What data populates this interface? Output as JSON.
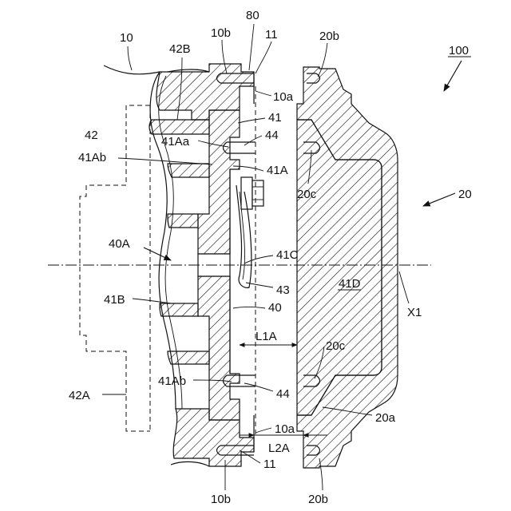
{
  "labels": {
    "l10": "10",
    "l42B": "42B",
    "l10b_top": "10b",
    "l80": "80",
    "l11_top": "11",
    "l20b_top": "20b",
    "l100": "100",
    "l10a_top": "10a",
    "l41": "41",
    "l42": "42",
    "l41Aa": "41Aa",
    "l44_top": "44",
    "l41Ab_top": "41Ab",
    "l41A": "41A",
    "l20c_top": "20c",
    "l20": "20",
    "l40A": "40A",
    "l41C": "41C",
    "l43": "43",
    "l41D": "41D",
    "l41B": "41B",
    "l40": "40",
    "lX1": "X1",
    "lL1A": "L1A",
    "l20c_bot": "20c",
    "l41Ab_bot": "41Ab",
    "l44_bot": "44",
    "l42A": "42A",
    "l20a": "20a",
    "l10a_bot": "10a",
    "lL2A": "L2A",
    "l11_bot": "11",
    "l10b_bot": "10b",
    "l20b_bot": "20b"
  }
}
